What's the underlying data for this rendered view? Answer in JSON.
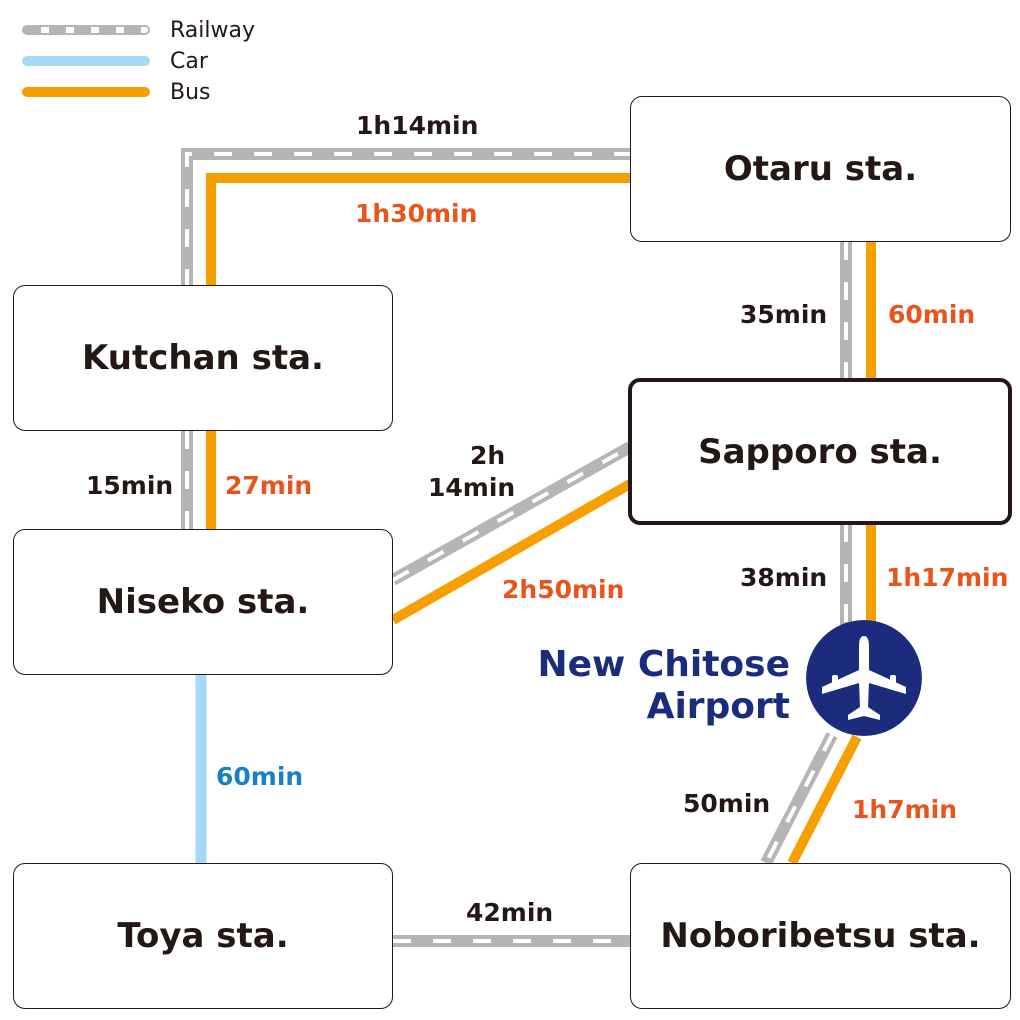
{
  "legend": [
    {
      "type": "rail",
      "label": "Railway"
    },
    {
      "type": "car",
      "label": "Car"
    },
    {
      "type": "bus",
      "label": "Bus"
    }
  ],
  "colors": {
    "railway": "#b5b5b5",
    "car": "#a6d9f5",
    "bus": "#f5a000",
    "text": "#231815",
    "bus_text": "#e8541c",
    "car_text": "#1a7fc7",
    "airport": "#1b2c7d"
  },
  "stations": {
    "otaru": "Otaru sta.",
    "kutchan": "Kutchan sta.",
    "sapporo": "Sapporo sta.",
    "niseko": "Niseko sta.",
    "toya": "Toya sta.",
    "noboribetsu": "Noboribetsu sta."
  },
  "airport": {
    "name_line1": "New Chitose",
    "name_line2": "Airport",
    "icon": "airplane-icon"
  },
  "routes": {
    "kutchan_otaru_rail": "1h14min",
    "kutchan_otaru_bus": "1h30min",
    "otaru_sapporo_rail": "35min",
    "otaru_sapporo_bus": "60min",
    "kutchan_niseko_rail": "15min",
    "kutchan_niseko_bus": "27min",
    "niseko_sapporo_rail_line1": "2h",
    "niseko_sapporo_rail_line2": "14min",
    "niseko_sapporo_bus": "2h50min",
    "sapporo_airport_rail": "38min",
    "sapporo_airport_bus": "1h17min",
    "niseko_toya_car": "60min",
    "airport_noboribetsu_rail": "50min",
    "airport_noboribetsu_bus": "1h7min",
    "toya_noboribetsu_rail": "42min"
  }
}
